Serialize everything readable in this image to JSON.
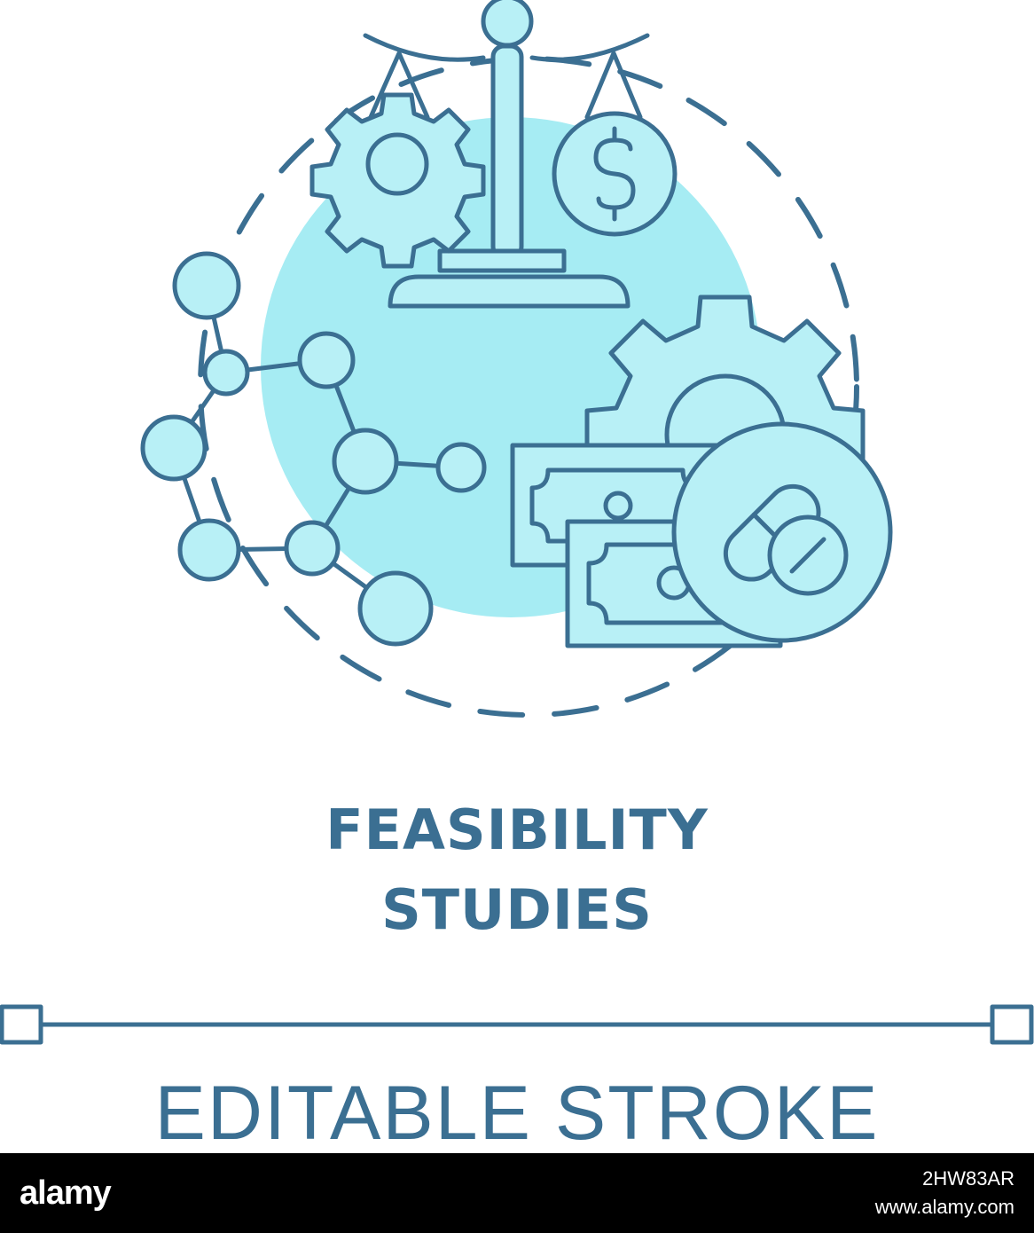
{
  "colors": {
    "stroke": "#3b6f92",
    "fill": "#b8f0f6",
    "background_circle": "#a6ecf3",
    "title": "#3b6f92",
    "footer_bg": "#000000",
    "footer_text": "#ffffff"
  },
  "title": {
    "line1": "FEASIBILITY",
    "line2": "STUDIES"
  },
  "caption": "EDITABLE STROKE",
  "footer": {
    "logo": "alamy",
    "image_id": "2HW83AR",
    "url": "www.alamy.com"
  },
  "icons": [
    "balance-scale-icon",
    "gear-icon",
    "dollar-coin-icon",
    "molecule-icon",
    "banknotes-icon",
    "pill-icon"
  ]
}
